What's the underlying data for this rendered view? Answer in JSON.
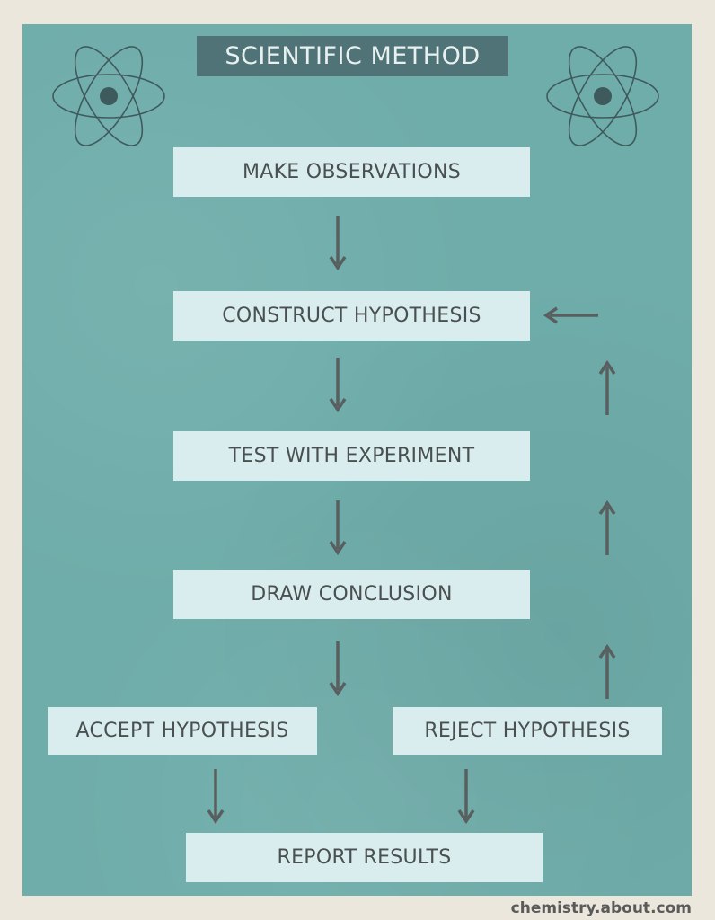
{
  "title": "SCIENTIFIC METHOD",
  "steps": {
    "observe": "MAKE OBSERVATIONS",
    "construct": "CONSTRUCT HYPOTHESIS",
    "test": "TEST WITH EXPERIMENT",
    "conclude": "DRAW CONCLUSION",
    "accept": "ACCEPT HYPOTHESIS",
    "reject": "REJECT HYPOTHESIS",
    "report": "REPORT RESULTS"
  },
  "credit": "chemistry.about.com",
  "colors": {
    "panel": "#6fadaa",
    "box": "#d9ecee",
    "title_bg": "#4f7377",
    "arrow": "#595f5f",
    "paper": "#ece7dc"
  },
  "icons": [
    "atom-icon-left",
    "atom-icon-right"
  ]
}
